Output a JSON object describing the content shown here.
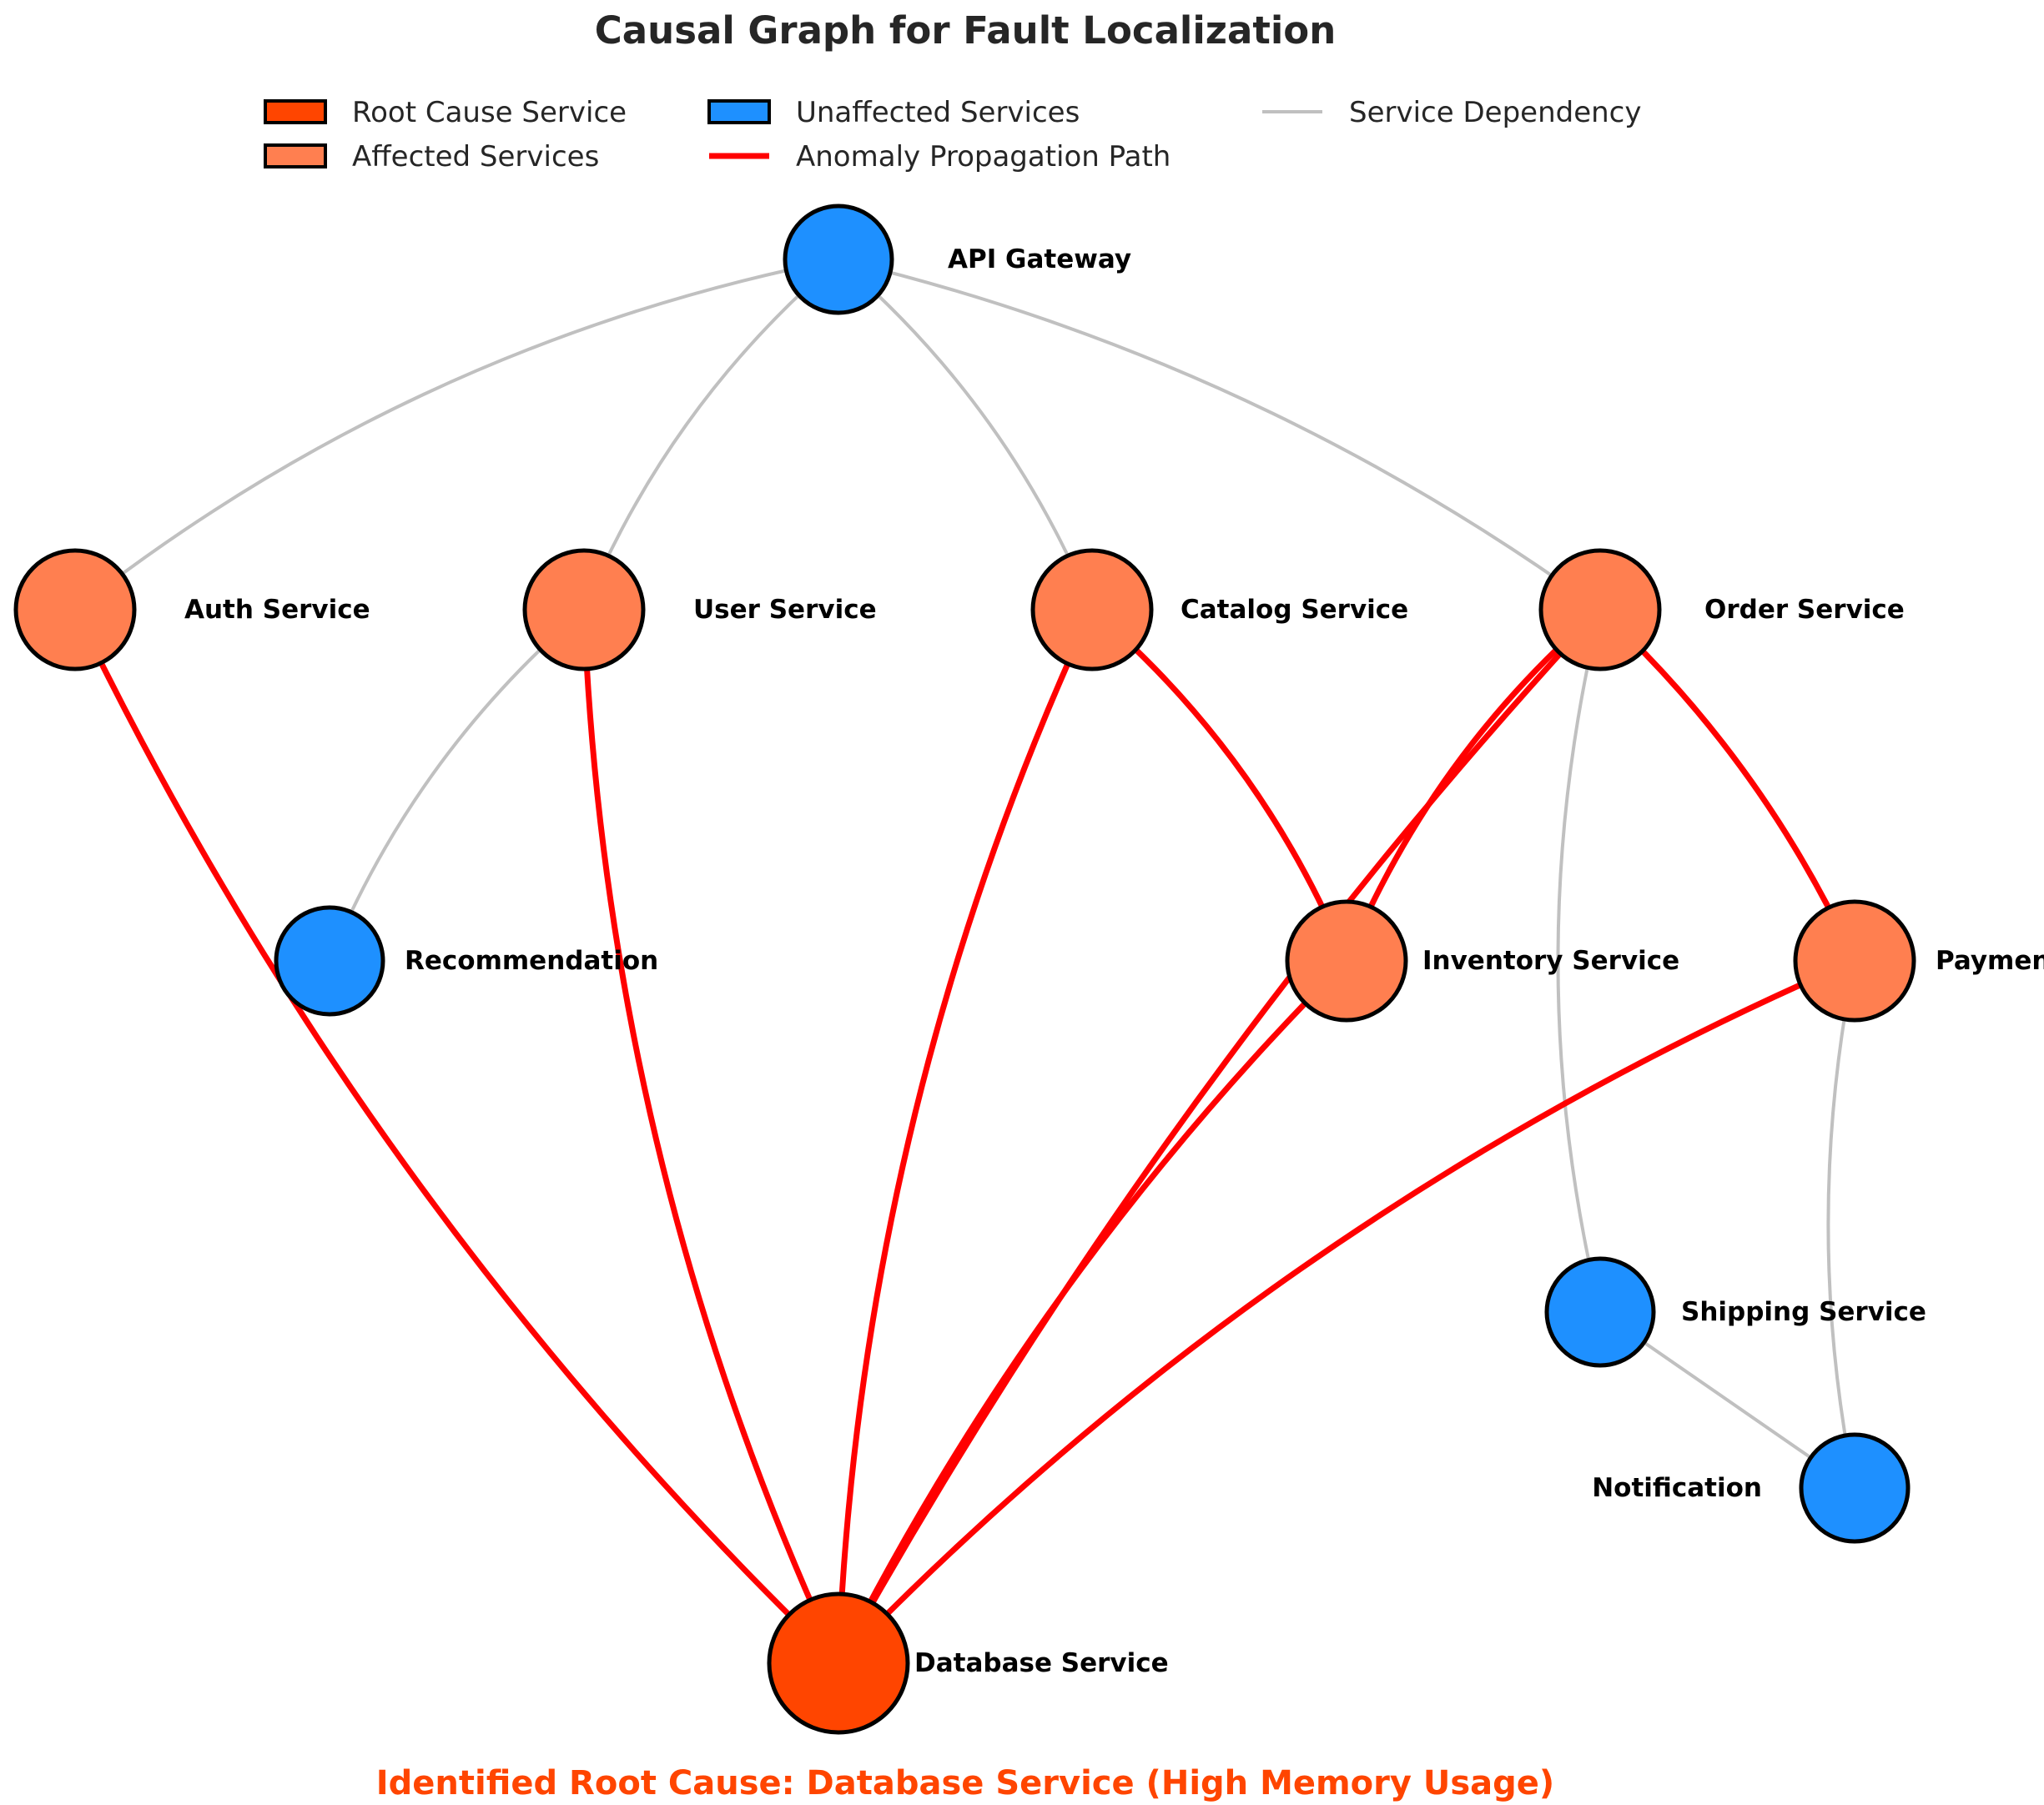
{
  "title": "Causal Graph for Fault Localization",
  "colors": {
    "root_cause": "#ff4500",
    "affected": "#ff7f50",
    "unaffected": "#1e90ff",
    "propagation": "#ff0000",
    "dependency": "#c0c0c0",
    "footer": "#ff4500"
  },
  "legend": {
    "root_cause": "Root Cause Service",
    "affected": "Affected Services",
    "unaffected": "Unaffected Services",
    "propagation": "Anomaly Propagation Path",
    "dependency": "Service Dependency"
  },
  "nodes": {
    "api": {
      "label": "API Gateway",
      "status": "unaffected"
    },
    "auth": {
      "label": "Auth Service",
      "status": "affected"
    },
    "user": {
      "label": "User Service",
      "status": "affected"
    },
    "catalog": {
      "label": "Catalog Service",
      "status": "affected"
    },
    "order": {
      "label": "Order Service",
      "status": "affected"
    },
    "recommendation": {
      "label": "Recommendation",
      "status": "unaffected"
    },
    "inventory": {
      "label": "Inventory Service",
      "status": "affected"
    },
    "payment": {
      "label": "Payment Service",
      "status": "affected"
    },
    "shipping": {
      "label": "Shipping Service",
      "status": "unaffected"
    },
    "notification": {
      "label": "Notification",
      "status": "unaffected"
    },
    "database": {
      "label": "Database Service",
      "status": "root_cause"
    }
  },
  "edges": [
    {
      "from": "api",
      "to": "auth",
      "type": "dependency"
    },
    {
      "from": "api",
      "to": "user",
      "type": "dependency"
    },
    {
      "from": "api",
      "to": "catalog",
      "type": "dependency"
    },
    {
      "from": "api",
      "to": "order",
      "type": "dependency"
    },
    {
      "from": "user",
      "to": "recommendation",
      "type": "dependency"
    },
    {
      "from": "order",
      "to": "shipping",
      "type": "dependency"
    },
    {
      "from": "payment",
      "to": "notification",
      "type": "dependency"
    },
    {
      "from": "shipping",
      "to": "notification",
      "type": "dependency"
    },
    {
      "from": "auth",
      "to": "database",
      "type": "propagation"
    },
    {
      "from": "user",
      "to": "database",
      "type": "propagation"
    },
    {
      "from": "catalog",
      "to": "database",
      "type": "propagation"
    },
    {
      "from": "catalog",
      "to": "inventory",
      "type": "propagation"
    },
    {
      "from": "order",
      "to": "database",
      "type": "propagation"
    },
    {
      "from": "order",
      "to": "inventory",
      "type": "propagation"
    },
    {
      "from": "order",
      "to": "payment",
      "type": "propagation"
    },
    {
      "from": "inventory",
      "to": "database",
      "type": "propagation"
    },
    {
      "from": "payment",
      "to": "database",
      "type": "propagation"
    }
  ],
  "footer": "Identified Root Cause: Database Service (High Memory Usage)"
}
